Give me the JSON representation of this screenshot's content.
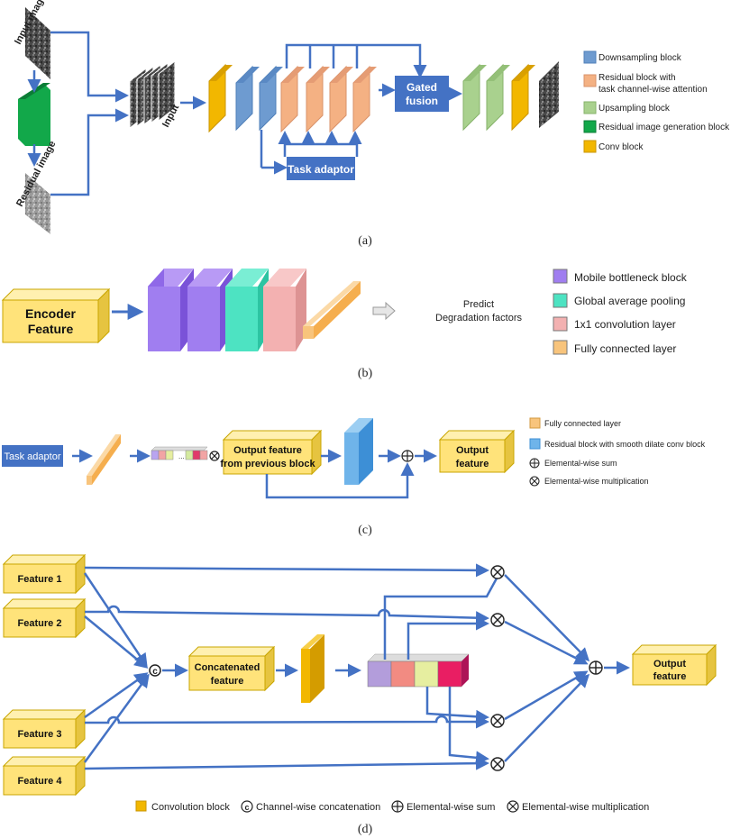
{
  "panel_a": {
    "caption": "(a)",
    "input_image": "Input image",
    "residual_image": "Residual image",
    "input": "Input",
    "gated_fusion_1": "Gated",
    "gated_fusion_2": "fusion",
    "task_adaptor": "Task adaptor",
    "legend": [
      {
        "label": "Downsampling block",
        "color": "#6e9bd0"
      },
      {
        "label": "Residual block with",
        "label2": "task channel-wise attention",
        "color": "#f4b183"
      },
      {
        "label": "Upsampling block",
        "color": "#a9d18e"
      },
      {
        "label": "Residual image generation block",
        "color": "#12a84a"
      },
      {
        "label": "Conv block",
        "color": "#f2b700"
      }
    ]
  },
  "panel_b": {
    "caption": "(b)",
    "encoder_1": "Encoder",
    "encoder_2": "Feature",
    "predict_1": "Predict",
    "predict_2": "Degradation factors",
    "legend": [
      {
        "label": "Mobile bottleneck block",
        "color": "#a07ef0"
      },
      {
        "label": "Global average pooling",
        "color": "#4de3c2"
      },
      {
        "label": "1x1 convolution layer",
        "color": "#f3b1b1"
      },
      {
        "label": "Fully connected layer",
        "color": "#f8c47c"
      }
    ]
  },
  "panel_c": {
    "caption": "(c)",
    "task_adaptor": "Task adaptor",
    "output_prev_1": "Output feature",
    "output_prev_2": "from previous block",
    "output_1": "Output",
    "output_2": "feature",
    "dots": "...",
    "legend": [
      {
        "label": "Fully connected layer",
        "color": "#f8c47c"
      },
      {
        "label": "Residual block with smooth dilate conv block",
        "color": "#6fb4ea"
      },
      {
        "label": "Elemental-wise sum",
        "symbol": "⊕"
      },
      {
        "label": "Elemental-wise multiplication",
        "symbol": "⊗"
      }
    ]
  },
  "panel_d": {
    "caption": "(d)",
    "features": [
      "Feature 1",
      "Feature 2",
      "Feature 3",
      "Feature 4"
    ],
    "concat_1": "Concatenated",
    "concat_2": "feature",
    "output_1": "Output",
    "output_2": "feature",
    "concat_symbol": "c",
    "legend": {
      "conv": "Convolution block",
      "concat": "Channel-wise concatenation",
      "sum": "Elemental-wise sum",
      "mult": "Elemental-wise multiplication"
    }
  },
  "colors": {
    "arrow": "#4472c4",
    "box": "#ffe37a",
    "task_adaptor": "#4472c4"
  }
}
